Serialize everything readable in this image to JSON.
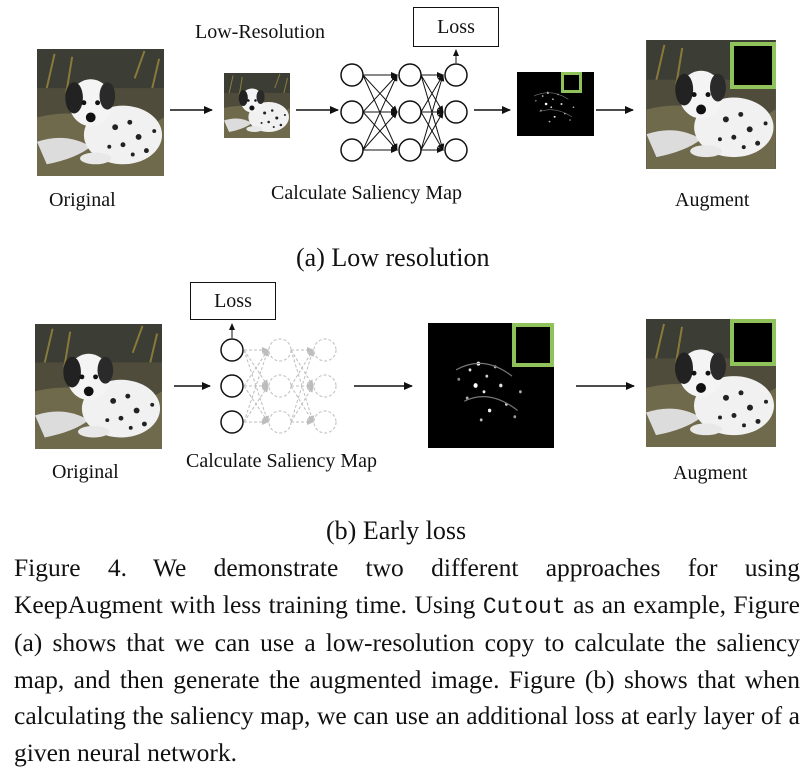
{
  "panel_a": {
    "label_original": "Original",
    "label_low_resolution": "Low-Resolution",
    "label_loss": "Loss",
    "label_calculate": "Calculate Saliency Map",
    "label_augment": "Augment",
    "caption": "(a) Low resolution"
  },
  "panel_b": {
    "label_original": "Original",
    "label_loss": "Loss",
    "label_calculate": "Calculate Saliency Map",
    "label_augment": "Augment",
    "caption": "(b) Early loss"
  },
  "figure_caption": {
    "number": "Figure 4.",
    "text_1": "We demonstrate two different approaches for using KeepAugment with less training time. Using ",
    "cutout": "Cutout",
    "text_2": " as an example, Figure (a) shows that we can use a low-resolution copy to calculate the saliency map, and then generate the augmented image. Figure (b) shows that when calculating the saliency map, we can use an additional loss at early layer of a given neural network."
  },
  "colors": {
    "highlight_box": "#8fc25a",
    "saliency_background": "#000000"
  }
}
